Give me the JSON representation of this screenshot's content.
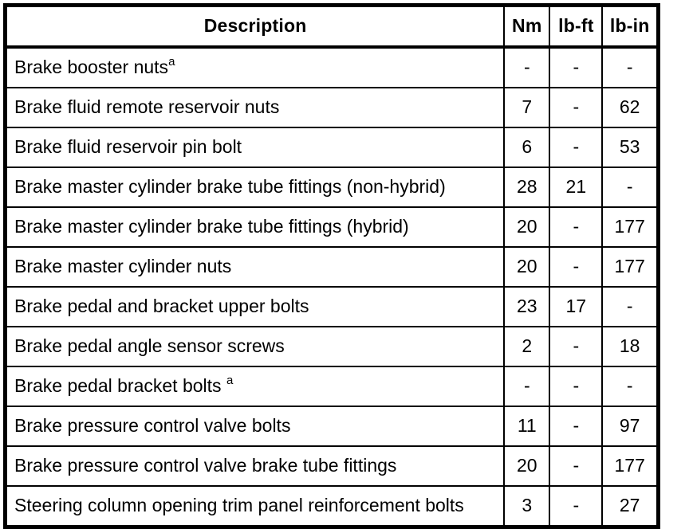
{
  "colors": {
    "border": "#000000",
    "text": "#000000",
    "background": "#ffffff"
  },
  "table": {
    "headers": [
      "Description",
      "Nm",
      "lb-ft",
      "lb-in"
    ],
    "footnote_marker": "a",
    "rows": [
      {
        "description": "Brake booster nuts",
        "sup": "a",
        "nm": "-",
        "lb_ft": "-",
        "lb_in": "-"
      },
      {
        "description": "Brake fluid remote reservoir nuts",
        "sup": "",
        "nm": "7",
        "lb_ft": "-",
        "lb_in": "62"
      },
      {
        "description": "Brake fluid reservoir pin bolt",
        "sup": "",
        "nm": "6",
        "lb_ft": "-",
        "lb_in": "53"
      },
      {
        "description": "Brake master cylinder brake tube fittings (non-hybrid)",
        "sup": "",
        "nm": "28",
        "lb_ft": "21",
        "lb_in": "-"
      },
      {
        "description": "Brake master cylinder brake tube fittings (hybrid)",
        "sup": "",
        "nm": "20",
        "lb_ft": "-",
        "lb_in": "177"
      },
      {
        "description": "Brake master cylinder nuts",
        "sup": "",
        "nm": "20",
        "lb_ft": "-",
        "lb_in": "177"
      },
      {
        "description": "Brake pedal and bracket upper bolts",
        "sup": "",
        "nm": "23",
        "lb_ft": "17",
        "lb_in": "-"
      },
      {
        "description": "Brake pedal angle sensor screws",
        "sup": "",
        "nm": "2",
        "lb_ft": "-",
        "lb_in": "18"
      },
      {
        "description": "Brake pedal bracket bolts ",
        "sup": "a",
        "nm": "-",
        "lb_ft": "-",
        "lb_in": "-"
      },
      {
        "description": "Brake pressure control valve bolts",
        "sup": "",
        "nm": "11",
        "lb_ft": "-",
        "lb_in": "97"
      },
      {
        "description": "Brake pressure control valve brake tube fittings",
        "sup": "",
        "nm": "20",
        "lb_ft": "-",
        "lb_in": "177"
      },
      {
        "description": "Steering column opening trim panel reinforcement bolts",
        "sup": "",
        "nm": "3",
        "lb_ft": "-",
        "lb_in": "27"
      }
    ]
  }
}
